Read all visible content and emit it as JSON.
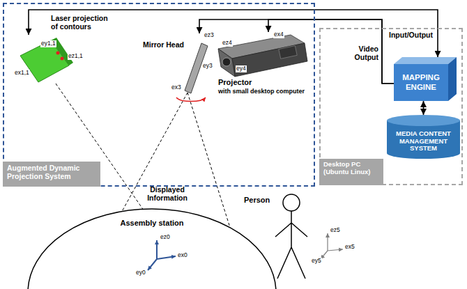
{
  "diagram": {
    "nodes": [
      {
        "text": [
          "Augmented Dynamic Projection System"
        ]
      },
      {
        "text": [
          "Laser projection of contours"
        ],
        "in": 0
      },
      {
        "text": [
          "Mirror Head"
        ],
        "in": 0
      },
      {
        "text": [
          "Projector",
          "with small desktop computer"
        ],
        "in": 0
      },
      {
        "text": [
          "Desktop PC (Ubuntu Linux)"
        ]
      },
      {
        "text": [
          "MAPPING ENGINE"
        ],
        "in": 4
      },
      {
        "text": [
          "MEDIA CONTENT MANAGEMENT SYSTEM"
        ],
        "in": 4
      },
      {
        "text": [
          "Assembly station"
        ]
      },
      {
        "text": [
          "Person"
        ]
      }
    ],
    "edges": [
      {
        "from": 5,
        "to": 1,
        "arrow": "both",
        "label": "Input/Output"
      },
      {
        "from": 5,
        "to": 3,
        "arrow": "to",
        "label": "Video Output"
      },
      {
        "from": 5,
        "to": 2,
        "arrow": "to"
      },
      {
        "from": 5,
        "to": 6,
        "arrow": "both"
      },
      {
        "from": 2,
        "to": 7,
        "arrow": "none"
      },
      {
        "from": 1,
        "to": 7,
        "arrow": "none"
      }
    ],
    "labels": [
      "Displayed Information",
      "ey1,1",
      "ez1,1",
      "ex1,1",
      "ez3",
      "ex3",
      "ey3",
      "ex4",
      "ey4",
      "ez4",
      "ez0",
      "ex0",
      "ey0",
      "ez5",
      "ex5",
      "ey5"
    ]
  }
}
